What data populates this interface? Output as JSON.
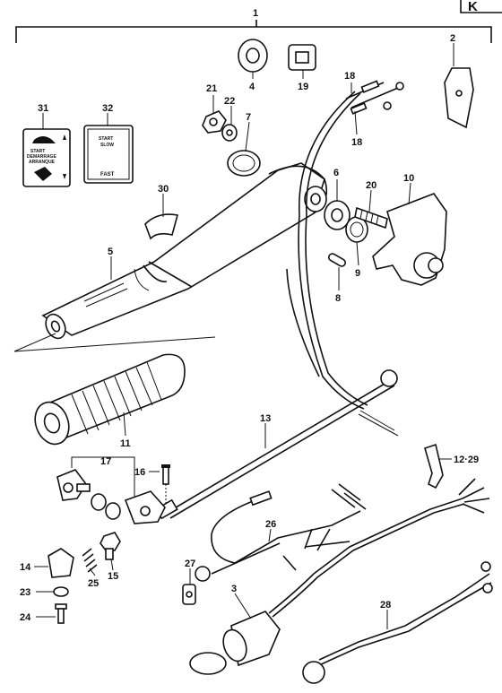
{
  "diagram": {
    "corner_mark": "K",
    "callouts": [
      {
        "id": "1",
        "text": "1"
      },
      {
        "id": "2",
        "text": "2"
      },
      {
        "id": "3",
        "text": "3"
      },
      {
        "id": "4",
        "text": "4"
      },
      {
        "id": "5",
        "text": "5"
      },
      {
        "id": "6",
        "text": "6"
      },
      {
        "id": "7",
        "text": "7"
      },
      {
        "id": "8",
        "text": "8"
      },
      {
        "id": "9",
        "text": "9"
      },
      {
        "id": "10",
        "text": "10"
      },
      {
        "id": "11",
        "text": "11"
      },
      {
        "id": "12-29",
        "text": "12·29"
      },
      {
        "id": "13",
        "text": "13"
      },
      {
        "id": "14",
        "text": "14"
      },
      {
        "id": "15",
        "text": "15"
      },
      {
        "id": "16",
        "text": "16"
      },
      {
        "id": "17",
        "text": "17"
      },
      {
        "id": "18a",
        "text": "18"
      },
      {
        "id": "18b",
        "text": "18"
      },
      {
        "id": "19",
        "text": "19"
      },
      {
        "id": "20",
        "text": "20"
      },
      {
        "id": "21",
        "text": "21"
      },
      {
        "id": "22",
        "text": "22"
      },
      {
        "id": "23",
        "text": "23"
      },
      {
        "id": "24",
        "text": "24"
      },
      {
        "id": "25",
        "text": "25"
      },
      {
        "id": "26",
        "text": "26"
      },
      {
        "id": "27",
        "text": "27"
      },
      {
        "id": "28",
        "text": "28"
      },
      {
        "id": "30",
        "text": "30"
      },
      {
        "id": "31",
        "text": "31"
      },
      {
        "id": "32",
        "text": "32"
      }
    ],
    "decal_31": {
      "line1": "START",
      "line2": "DEMARRAGE",
      "line3": "ARRANQUE"
    },
    "decal_32": {
      "start": "START",
      "slow": "SLOW",
      "fast": "FAST"
    }
  }
}
